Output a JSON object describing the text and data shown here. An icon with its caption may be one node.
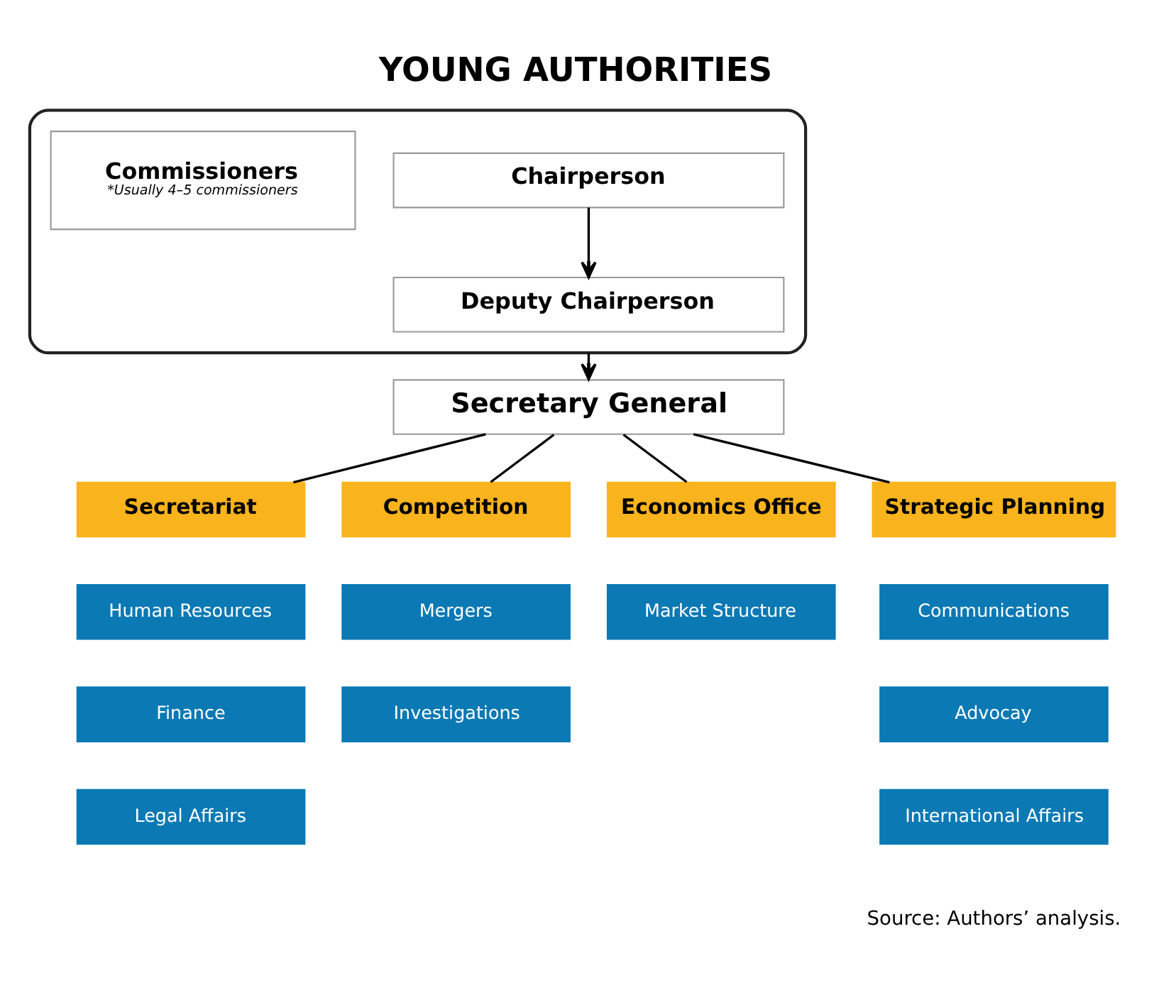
{
  "diagram": {
    "title": "YOUNG AUTHORITIES",
    "caption": "Source: Authors’ analysis.",
    "nodes": [
      {
        "text": [],
        "shape": "box"
      },
      {
        "text": [
          "Chairperson"
        ],
        "in": 0
      },
      {
        "text": [
          "Commissioners",
          "*Usually 4–5 commissioners"
        ],
        "in": 0
      },
      {
        "text": [
          "Deputy Chairperson"
        ],
        "in": 0
      },
      {
        "text": [
          "Secretary General"
        ]
      },
      {
        "text": [
          "Secretariat"
        ]
      },
      {
        "text": [
          "Competition"
        ]
      },
      {
        "text": [
          "Economics Office"
        ]
      },
      {
        "text": [
          "Strategic Planning"
        ]
      },
      {
        "text": [
          "Human Resources"
        ]
      },
      {
        "text": [
          "Mergers"
        ]
      },
      {
        "text": [
          "Market Structure"
        ]
      },
      {
        "text": [
          "Communications"
        ]
      },
      {
        "text": [
          "Finance"
        ]
      },
      {
        "text": [
          "Investigations"
        ]
      },
      {
        "text": [
          "Advocay"
        ]
      },
      {
        "text": [
          "Legal Affairs"
        ]
      },
      {
        "text": [
          "International Affairs"
        ]
      }
    ],
    "edges": [
      {
        "from": 1,
        "to": 3,
        "arrow": "to"
      },
      {
        "from": 0,
        "to": 4,
        "arrow": "to"
      },
      {
        "from": 4,
        "to": 5,
        "arrow": "none"
      },
      {
        "from": 4,
        "to": 6,
        "arrow": "none"
      },
      {
        "from": 4,
        "to": 7,
        "arrow": "none"
      },
      {
        "from": 4,
        "to": 8,
        "arrow": "none"
      }
    ]
  }
}
